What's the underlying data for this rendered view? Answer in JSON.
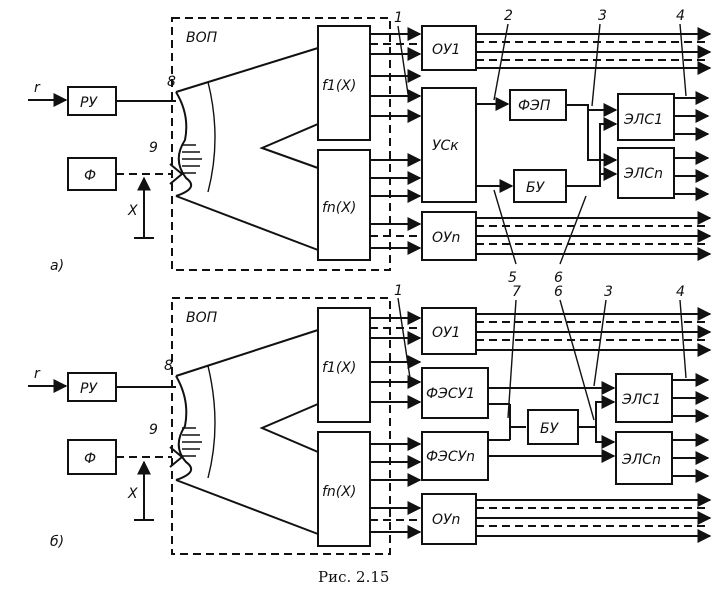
{
  "caption": "Рис. 2.15",
  "panel_a": {
    "label": "а)",
    "input_r": "r",
    "ru": "РУ",
    "f": "Ф",
    "x": "X",
    "vop": "ВОП",
    "f1": "f1(X)",
    "fn": "fn(X)",
    "ou1": "ОУ1",
    "us": "УСк",
    "oun": "ОУn",
    "fep": "ФЭП",
    "bu": "БУ",
    "els1": "ЭЛС1",
    "elsn": "ЭЛСn",
    "callout_8": "8",
    "callout_9": "9",
    "callout_1": "1",
    "callout_2": "2",
    "callout_3": "3",
    "callout_4": "4",
    "callout_5": "5",
    "callout_6": "6"
  },
  "panel_b": {
    "label": "б)",
    "input_r": "r",
    "ru": "РУ",
    "f": "Ф",
    "x": "X",
    "vop": "ВОП",
    "f1": "f1(X)",
    "fn": "fn(X)",
    "ou1": "ОУ1",
    "fesu1": "ФЭСУ1",
    "fesun": "ФЭСУn",
    "oun": "ОУn",
    "bu": "БУ",
    "els1": "ЭЛС1",
    "elsn": "ЭЛСn",
    "callout_8": "8",
    "callout_9": "9",
    "callout_1": "1",
    "callout_7": "7",
    "callout_6": "6",
    "callout_3": "3",
    "callout_4": "4"
  }
}
